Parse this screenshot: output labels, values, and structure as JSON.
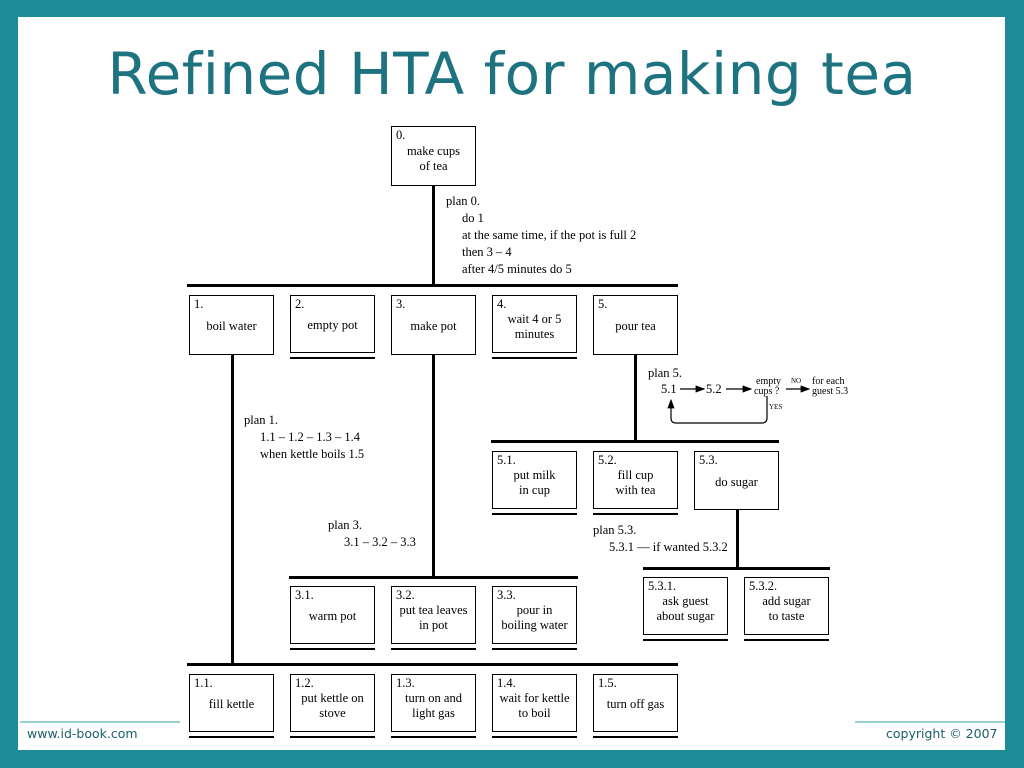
{
  "slide": {
    "title": "Refined HTA for making tea",
    "footer_left": "www.id-book.com",
    "footer_right": "copyright © 2007"
  },
  "boxes": {
    "b0": {
      "num": "0.",
      "label": "make cups of tea"
    },
    "b1": {
      "num": "1.",
      "label": "boil water"
    },
    "b2": {
      "num": "2.",
      "label": "empty pot"
    },
    "b3": {
      "num": "3.",
      "label": "make pot"
    },
    "b4": {
      "num": "4.",
      "label": "wait 4 or 5 minutes"
    },
    "b5": {
      "num": "5.",
      "label": "pour tea"
    },
    "b51": {
      "num": "5.1.",
      "label": "put milk in cup"
    },
    "b52": {
      "num": "5.2.",
      "label": "fill cup with tea"
    },
    "b53": {
      "num": "5.3.",
      "label": "do sugar"
    },
    "b531": {
      "num": "5.3.1.",
      "label": "ask guest about sugar"
    },
    "b532": {
      "num": "5.3.2.",
      "label": "add sugar to taste"
    },
    "b31": {
      "num": "3.1.",
      "label": "warm pot"
    },
    "b32": {
      "num": "3.2.",
      "label": "put tea leaves in pot"
    },
    "b33": {
      "num": "3.3.",
      "label": "pour in boiling water"
    },
    "b11": {
      "num": "1.1.",
      "label": "fill kettle"
    },
    "b12": {
      "num": "1.2.",
      "label": "put kettle on stove"
    },
    "b13": {
      "num": "1.3.",
      "label": "turn on and light gas"
    },
    "b14": {
      "num": "1.4.",
      "label": "wait for kettle to boil"
    },
    "b15": {
      "num": "1.5.",
      "label": "turn off gas"
    }
  },
  "plans": {
    "plan0": {
      "title": "plan 0.",
      "lines": [
        "do 1",
        "at the same time, if the pot is full 2",
        "then 3 – 4",
        "after 4/5 minutes do 5"
      ]
    },
    "plan1": {
      "title": "plan 1.",
      "lines": [
        "1.1 – 1.2 – 1.3 – 1.4",
        "when kettle boils  1.5"
      ]
    },
    "plan3": {
      "title": "plan 3.",
      "lines": [
        "3.1 – 3.2 – 3.3"
      ]
    },
    "plan5": {
      "title": "plan 5.",
      "flow": {
        "start": "5.1",
        "next": "5.2",
        "question_line1": "empty",
        "question_line2": "cups ?",
        "no": "NO",
        "yes": "YES",
        "end_line1": "for each",
        "end_line2": "guest 5.3"
      }
    },
    "plan53": {
      "title": "plan 5.3.",
      "lines": [
        "5.3.1 — if wanted 5.3.2"
      ]
    }
  }
}
